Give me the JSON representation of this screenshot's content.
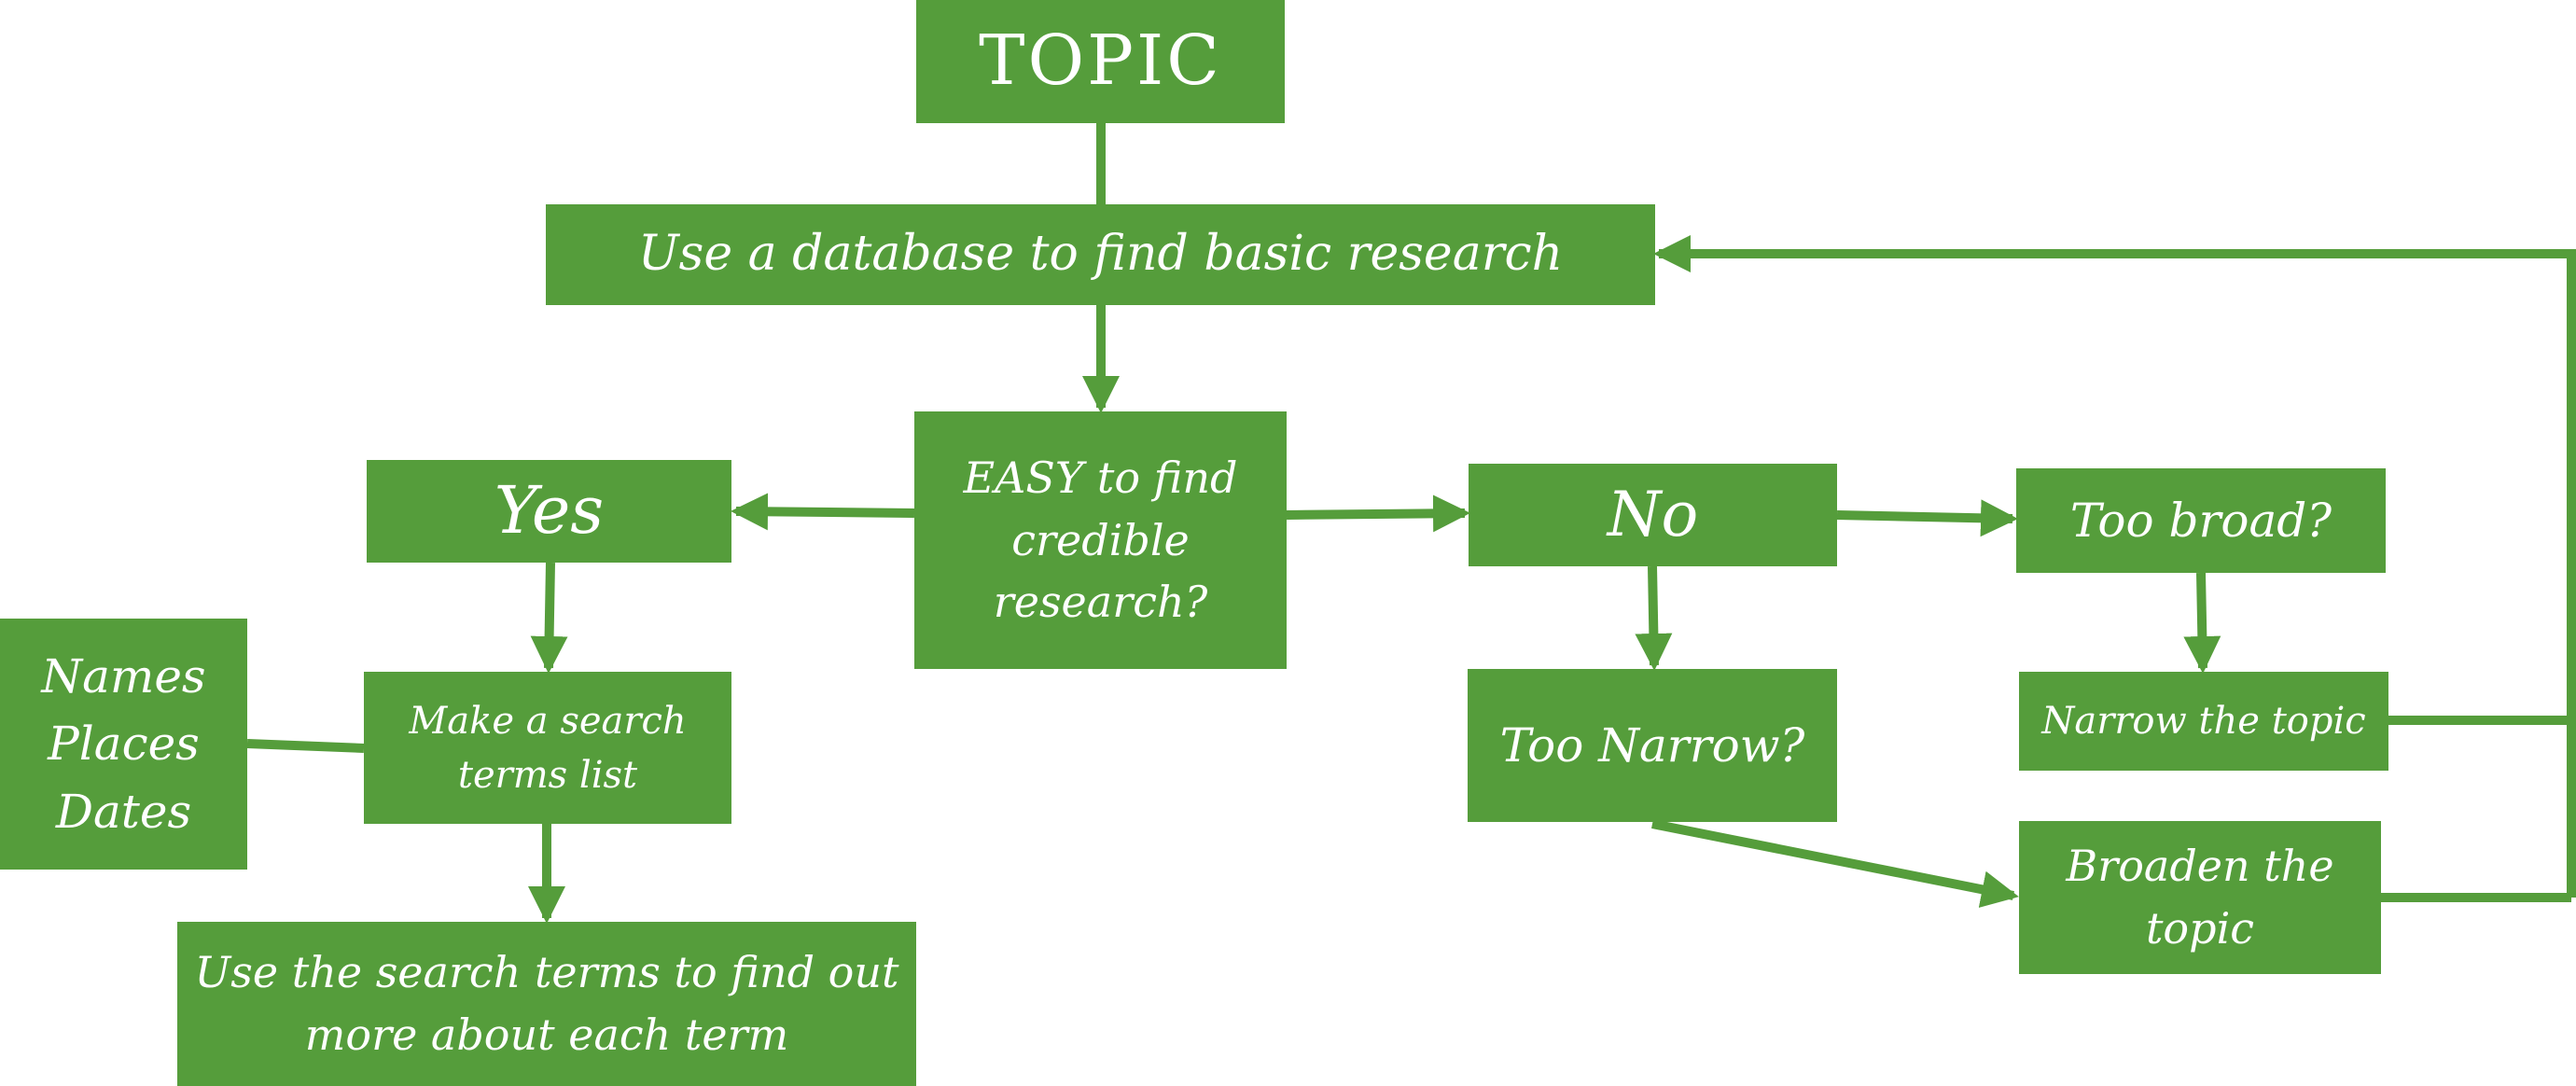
{
  "diagram": {
    "color": "#559d3b",
    "background": "#ffffff",
    "nodes": {
      "topic": "TOPIC",
      "database": "Use a database to find basic research",
      "easy": "EASY to find\ncredible\nresearch?",
      "yes": "Yes",
      "no": "No",
      "too_broad": "Too broad?",
      "names_places_dates": "Names\nPlaces\nDates",
      "make_list": "Make a search\nterms list",
      "too_narrow": "Too Narrow?",
      "narrow_topic": "Narrow the topic",
      "broaden_topic": "Broaden the\ntopic",
      "use_terms": "Use the search terms to find out\nmore about each term"
    },
    "connections": [
      {
        "from": "topic",
        "to": "database",
        "arrow": false
      },
      {
        "from": "database",
        "to": "easy",
        "arrow": true
      },
      {
        "from": "easy",
        "to": "yes",
        "arrow": true
      },
      {
        "from": "easy",
        "to": "no",
        "arrow": true
      },
      {
        "from": "no",
        "to": "too_broad",
        "arrow": true
      },
      {
        "from": "no",
        "to": "too_narrow",
        "arrow": true
      },
      {
        "from": "too_broad",
        "to": "narrow_topic",
        "arrow": true
      },
      {
        "from": "too_narrow",
        "to": "broaden_topic",
        "arrow": true
      },
      {
        "from": "yes",
        "to": "make_list",
        "arrow": true
      },
      {
        "from": "make_list",
        "to": "names_places_dates",
        "arrow": false
      },
      {
        "from": "make_list",
        "to": "use_terms",
        "arrow": true
      },
      {
        "from": "narrow_topic",
        "to": "database",
        "arrow": true
      },
      {
        "from": "broaden_topic",
        "to": "database",
        "arrow": true
      }
    ]
  }
}
